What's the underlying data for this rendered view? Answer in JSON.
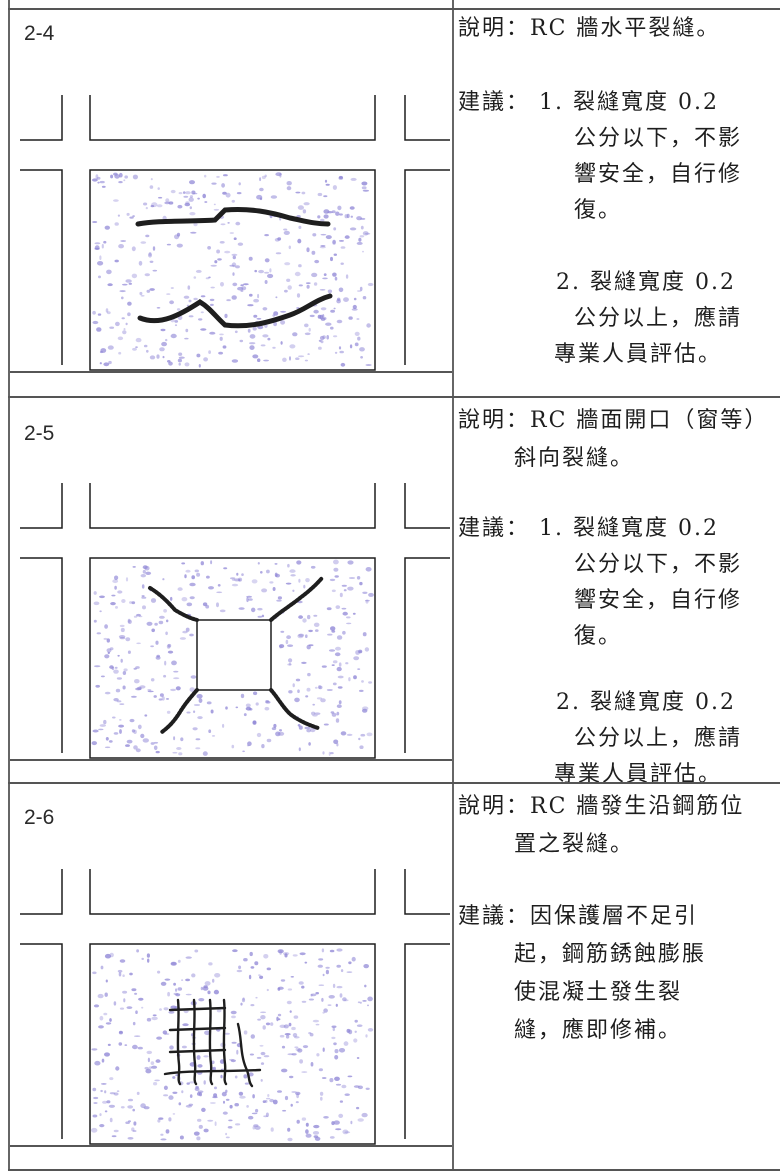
{
  "rows": [
    {
      "label": "2-4",
      "desc": [
        "說明：RC 牆水平裂縫。"
      ],
      "sugg": [
        "建議： 1. 裂縫寬度 0.2",
        "公分以下，不影",
        "響安全，自行修",
        "復。",
        "2. 裂縫寬度 0.2",
        "公分以上，應請",
        "專業人員評估。"
      ]
    },
    {
      "label": "2-5",
      "desc": [
        "說明：RC 牆面開口（窗等）",
        "斜向裂縫。"
      ],
      "sugg": [
        "建議： 1. 裂縫寬度 0.2",
        "公分以下，不影",
        "響安全，自行修",
        "復。",
        "2. 裂縫寬度 0.2",
        "公分以上，應請",
        "專業人員評估。"
      ]
    },
    {
      "label": "2-6",
      "desc": [
        "說明：RC 牆發生沿鋼筋位",
        "置之裂縫。"
      ],
      "sugg": [
        "建議：因保護層不足引",
        "起，鋼筋銹蝕膨脹",
        "使混凝土發生裂",
        "縫，應即修補。"
      ]
    }
  ],
  "colors": {
    "speckle": "#8f86d6",
    "ink": "#1e1e1e"
  }
}
